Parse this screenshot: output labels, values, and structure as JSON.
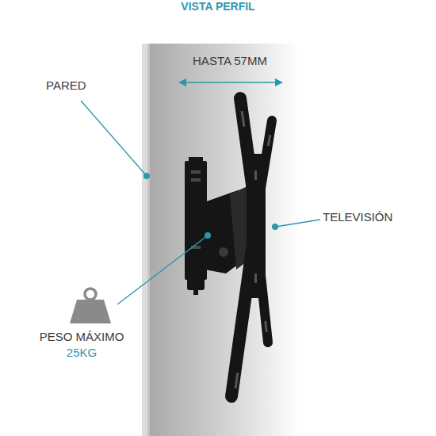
{
  "diagram": {
    "title": "VISTA PERFIL",
    "labels": [
      "PARED",
      "HASTA 57MM",
      "TELEVISIÓN",
      "PESO MÁXIMO",
      "25KG"
    ]
  }
}
